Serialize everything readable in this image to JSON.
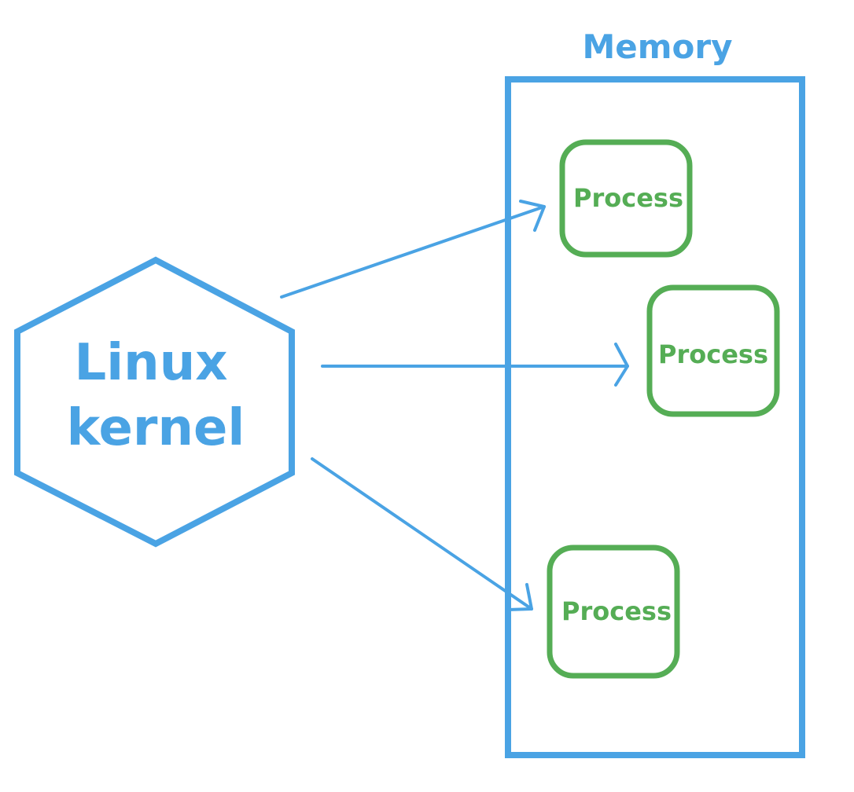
{
  "colors": {
    "blue": "#4aa3e4",
    "green": "#55ad55",
    "background": "#ffffff"
  },
  "memory": {
    "title": "Memory"
  },
  "kernel": {
    "line1": "Linux",
    "line2": "kernel"
  },
  "processes": [
    {
      "label": "Process"
    },
    {
      "label": "Process"
    },
    {
      "label": "Process"
    }
  ]
}
